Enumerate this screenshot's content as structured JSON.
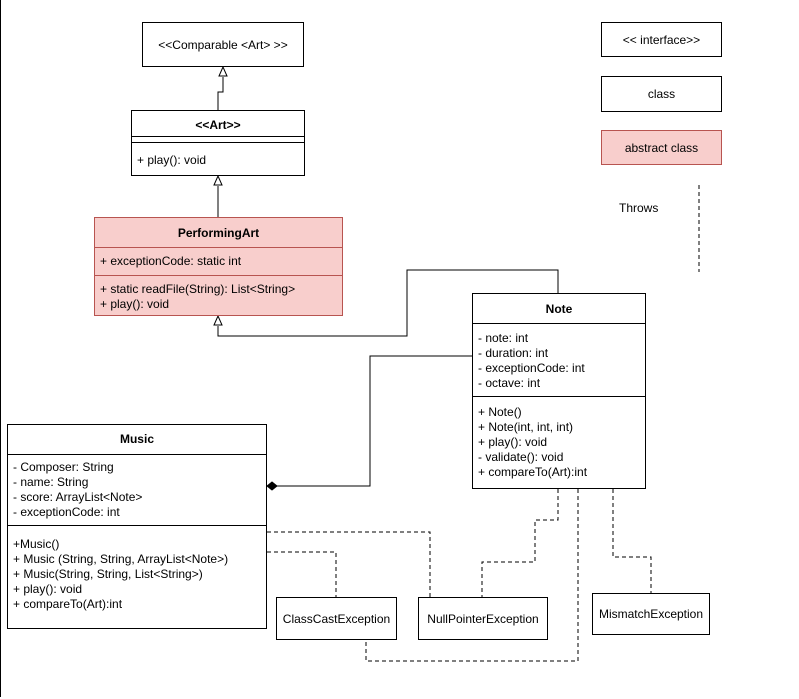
{
  "interfaces": {
    "comparable": "<<Comparable <Art> >>"
  },
  "art": {
    "name": "<<Art>>",
    "methods": [
      "+ play(): void"
    ]
  },
  "performing_art": {
    "name": "PerformingArt",
    "fields": [
      "+ exceptionCode: static int"
    ],
    "methods": [
      "+ static readFile(String): List<String>",
      "+ play(): void"
    ]
  },
  "note": {
    "name": "Note",
    "fields": [
      "- note: int",
      "- duration: int",
      "- exceptionCode: int",
      "- octave: int"
    ],
    "methods": [
      "+ Note()",
      "+ Note(int, int, int)",
      "+ play(): void",
      "- validate(): void",
      "+ compareTo(Art):int"
    ]
  },
  "music": {
    "name": "Music",
    "fields": [
      "- Composer: String",
      "- name: String",
      "- score: ArrayList<Note>",
      "- exceptionCode: int"
    ],
    "methods": [
      "+Music()",
      "+ Music (String, String, ArrayList<Note>)",
      "+ Music(String, String, List<String>)",
      "+ play(): void",
      "+ compareTo(Art):int"
    ]
  },
  "exceptions": {
    "class_cast": "ClassCastException",
    "null_pointer": "NullPointerException",
    "mismatch": "MismatchException"
  },
  "legend": {
    "interface": "<< interface>>",
    "class": "class",
    "abstract_class": "abstract class",
    "throws": "Throws"
  },
  "colors": {
    "abstract_fill": "#f8cecc",
    "abstract_border": "#b85450",
    "line": "#000000"
  }
}
